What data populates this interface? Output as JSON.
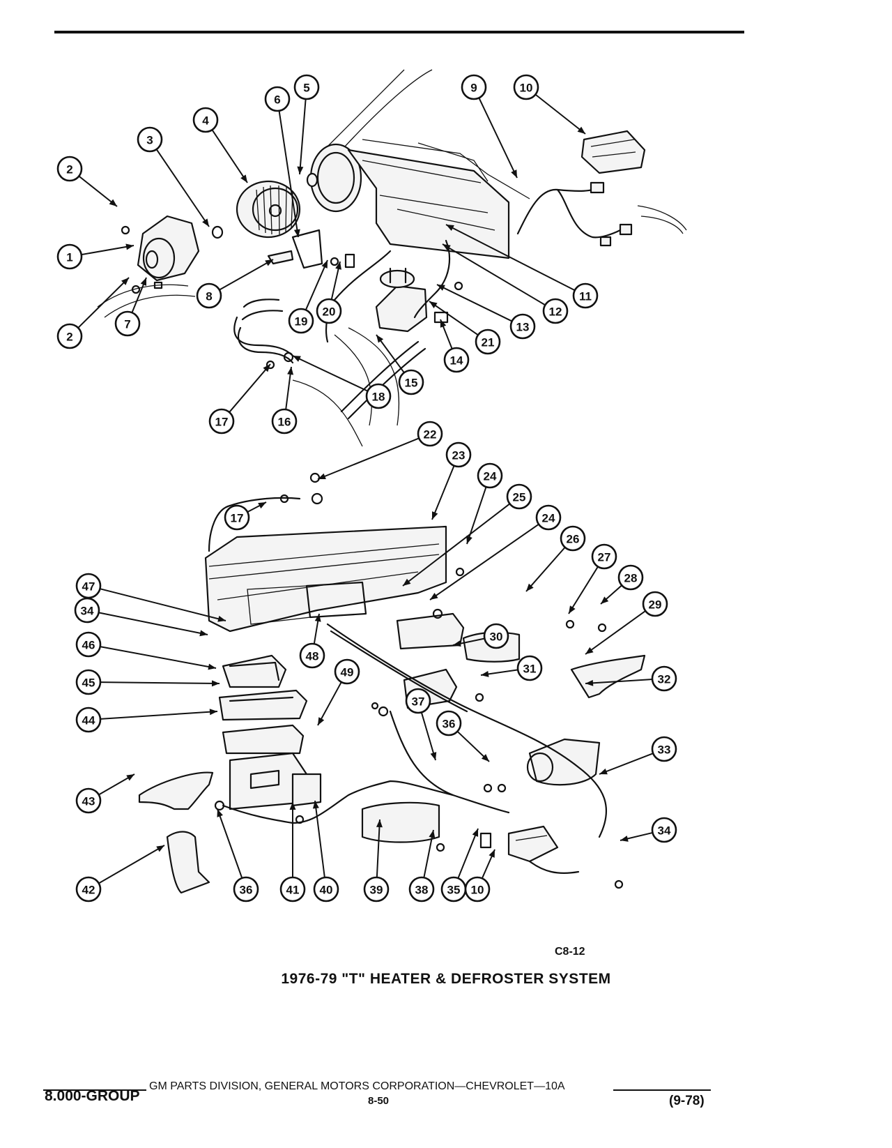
{
  "figure": {
    "code": "C8-12",
    "title": "1976-79 \"T\" HEATER & DEFROSTER SYSTEM"
  },
  "callouts": [
    "1",
    "2",
    "2",
    "3",
    "4",
    "5",
    "6",
    "7",
    "8",
    "9",
    "10",
    "11",
    "12",
    "13",
    "14",
    "15",
    "16",
    "17",
    "18",
    "19",
    "20",
    "21",
    "22",
    "23",
    "24",
    "24",
    "25",
    "26",
    "27",
    "28",
    "29",
    "30",
    "31",
    "32",
    "33",
    "34",
    "34",
    "35",
    "36",
    "36",
    "37",
    "38",
    "39",
    "40",
    "41",
    "42",
    "43",
    "44",
    "45",
    "46",
    "47",
    "48",
    "49",
    "17",
    "10"
  ],
  "footer": {
    "publisher": "GM PARTS DIVISION, GENERAL MOTORS CORPORATION—CHEVROLET—10A",
    "group": "8.000-GROUP",
    "page": "8-50",
    "date": "(9-78)"
  }
}
